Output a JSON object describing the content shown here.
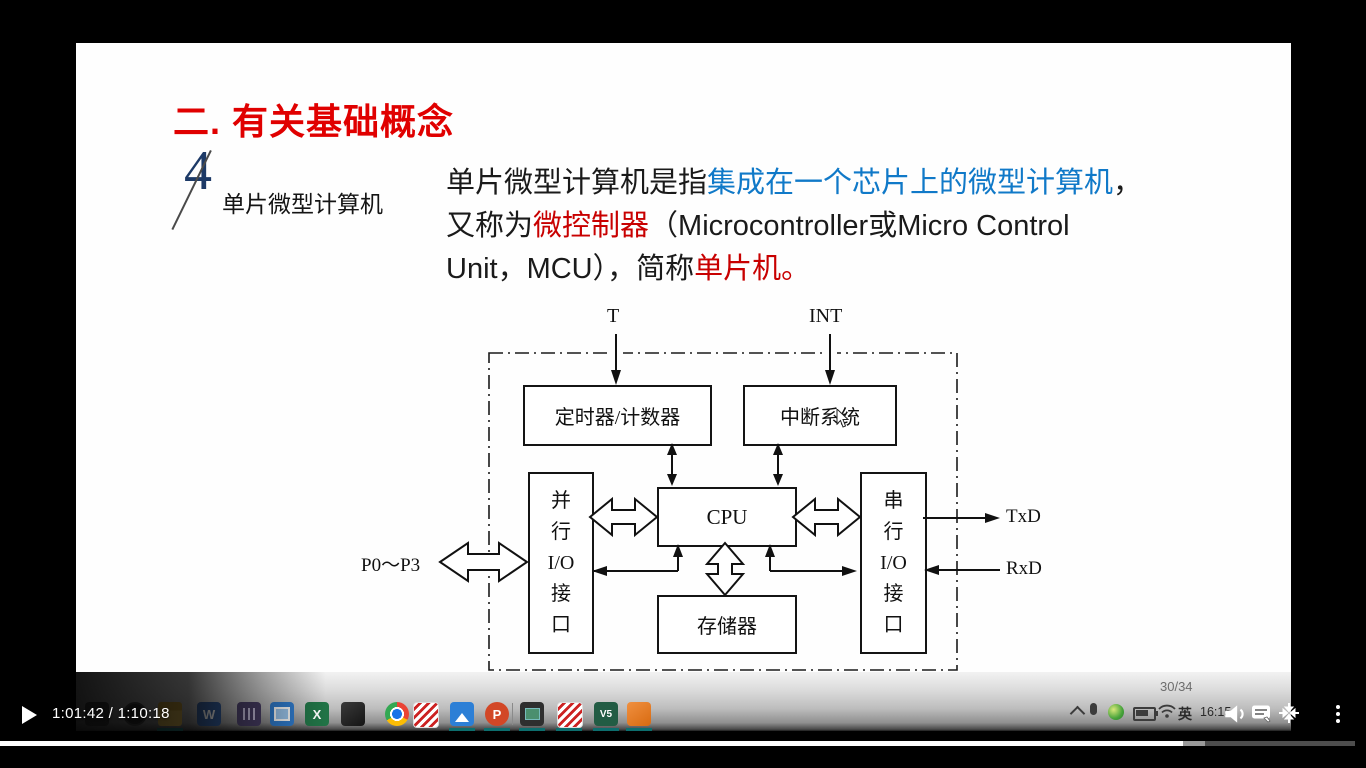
{
  "player": {
    "current_time": "1:01:42",
    "separator": " / ",
    "duration": "1:10:18",
    "progress_played_percent": 86.6,
    "progress_buffered_percent": 88.2,
    "icons": [
      "play-icon",
      "volume-icon",
      "notes-bubble-icon",
      "shrink-icon",
      "more-menu-icon"
    ]
  },
  "slide": {
    "title": "二. 有关基础概念",
    "section_number": "4",
    "section_label": "单片微型计算机",
    "paragraph": {
      "l1a": "单片微型计算机是指",
      "l1b": "集成在一个芯片上的微型计算机",
      "l1c": "，",
      "l2a": "又称为",
      "l2b": "微控制器",
      "l2c": "（Microcontroller或Micro Control",
      "l3a": "Unit，MCU），简称",
      "l3b": "单片机。"
    },
    "slide_counter": "30/34"
  },
  "diagram": {
    "t": "T",
    "int": "INT",
    "timer": "定时器/计数器",
    "interrupt": "中断系统",
    "cpu": "CPU",
    "parallel": "并\n行\nI/O\n接\n口",
    "serial": "串\n行\nI/O\n接\n口",
    "memory": "存储器",
    "ports": "P0～P3",
    "txd": "TxD",
    "rxd": "RxD"
  },
  "taskbar": {
    "icons": [
      {
        "name": "dark-window-app-icon",
        "glyph": ""
      },
      {
        "name": "dark-circle-app-icon",
        "glyph": ""
      },
      {
        "name": "folder-icon",
        "glyph": ""
      },
      {
        "name": "word-icon",
        "glyph": "W"
      },
      {
        "name": "purple-building-app-icon",
        "glyph": ""
      },
      {
        "name": "blue-window-app-icon",
        "glyph": ""
      },
      {
        "name": "excel-icon",
        "glyph": "X"
      },
      {
        "name": "black-disk-app-icon",
        "glyph": ""
      },
      {
        "name": "chrome-icon",
        "glyph": ""
      },
      {
        "name": "red-stripe-app-icon",
        "glyph": ""
      },
      {
        "name": "blue-mountain-app-icon",
        "glyph": ""
      },
      {
        "name": "powerpoint-icon",
        "glyph": "P"
      },
      {
        "name": "circuit-board-app-icon",
        "glyph": ""
      },
      {
        "name": "red-stripe-app-icon-2",
        "glyph": ""
      },
      {
        "name": "keil-v5-icon",
        "glyph": "V5"
      },
      {
        "name": "orange-app-icon",
        "glyph": ""
      }
    ],
    "tray": {
      "ime": "英",
      "clock": "16:15"
    }
  },
  "colors": {
    "title_red": "#E00000",
    "highlight_blue": "#1079C8",
    "highlight_red": "#C80000",
    "section_navy": "#1D3A67",
    "running_indicator_teal": "#0D6E6E"
  }
}
